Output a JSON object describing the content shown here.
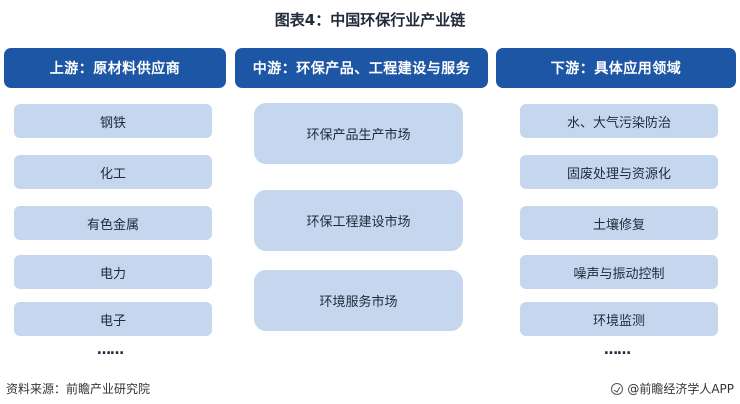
{
  "title": "图表4：中国环保行业产业链",
  "columns": {
    "upstream": {
      "header": "上游：原材料供应商",
      "items": [
        "钢铁",
        "化工",
        "有色金属",
        "电力",
        "电子"
      ],
      "more": "……"
    },
    "midstream": {
      "header": "中游：环保产品、工程建设与服务",
      "items": [
        "环保产品生产市场",
        "环保工程建设市场",
        "环境服务市场"
      ]
    },
    "downstream": {
      "header": "下游：具体应用领域",
      "items": [
        "水、大气污染防治",
        "固废处理与资源化",
        "土壤修复",
        "噪声与振动控制",
        "环境监测"
      ],
      "more": "……"
    }
  },
  "footer": {
    "source": "资料来源：前瞻产业研究院",
    "brand": "@前瞻经济学人APP"
  },
  "colors": {
    "header_bg": "#1e56a6",
    "box_bg": "#c5d7ef"
  }
}
